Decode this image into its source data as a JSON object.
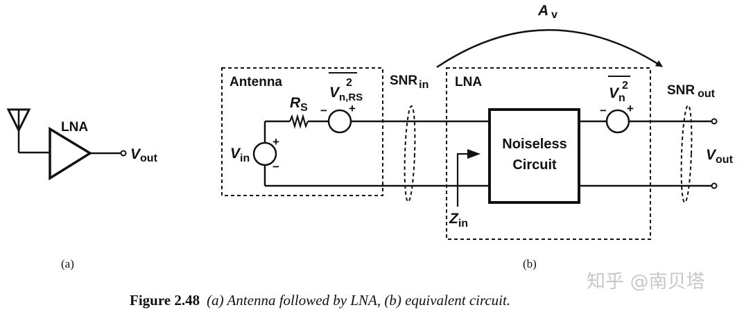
{
  "figure": {
    "number": "Figure 2.48",
    "caption": "(a) Antenna followed by LNA, (b) equivalent circuit.",
    "sub_a_label": "(a)",
    "sub_b_label": "(b)"
  },
  "part_a": {
    "amp_label": "LNA",
    "output_label": "V",
    "output_sub": "out"
  },
  "part_b": {
    "antenna_box_label": "Antenna",
    "lna_box_label": "LNA",
    "rs_label": "R",
    "rs_sub": "S",
    "vn_rs_label": "V",
    "vn_rs_sub": "n,RS",
    "vn_rs_sup": "2",
    "vin_label": "V",
    "vin_sub": "in",
    "snr_in_label": "SNR",
    "snr_in_sub": "in",
    "snr_out_label": "SNR",
    "snr_out_sub": "out",
    "gain_label": "A",
    "gain_sub": "v",
    "block_line1": "Noiseless",
    "block_line2": "Circuit",
    "vn_label": "V",
    "vn_sub": "n",
    "vn_sup": "2",
    "zin_label": "Z",
    "zin_sub": "in",
    "vout_label": "V",
    "vout_sub": "out",
    "plus": "+",
    "minus": "−"
  },
  "watermark": "知乎 @南贝塔"
}
